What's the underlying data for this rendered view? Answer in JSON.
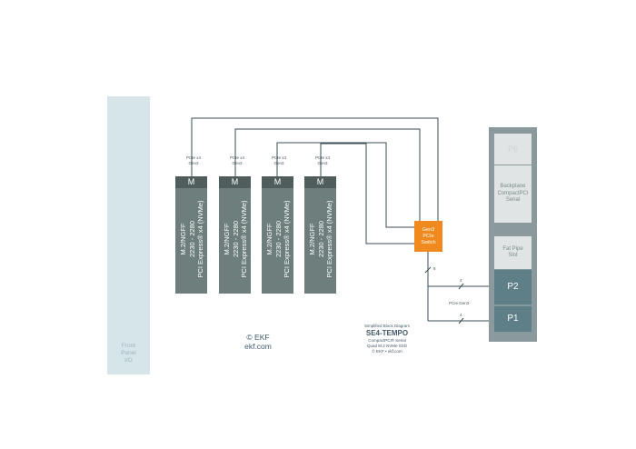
{
  "front_panel": {
    "label": "Front\nPanel\nI/O"
  },
  "m2_modules": [
    {
      "header": "M",
      "line1": "M.2/NGFF",
      "line2": "2230 - 2280",
      "line3": "PCI Express® x4 (NVMe)",
      "pcie_line1": "PCIe x4",
      "pcie_line2": "Gen3"
    },
    {
      "header": "M",
      "line1": "M.2/NGFF",
      "line2": "2230 - 2280",
      "line3": "PCI Express® x4 (NVMe)",
      "pcie_line1": "PCIe x4",
      "pcie_line2": "Gen3"
    },
    {
      "header": "M",
      "line1": "M.2/NGFF",
      "line2": "2230 - 2280",
      "line3": "PCI Express® x4 (NVMe)",
      "pcie_line1": "PCIe x4",
      "pcie_line2": "Gen3"
    },
    {
      "header": "M",
      "line1": "M.2/NGFF",
      "line2": "2230 - 2280",
      "line3": "PCI Express® x4 (NVMe)",
      "pcie_line1": "PCIe x4",
      "pcie_line2": "Gen3"
    }
  ],
  "switch": {
    "line1": "Gen3",
    "line2": "PCIe",
    "line3": "Switch"
  },
  "switch_link": {
    "lanes": "8"
  },
  "backplane_links": {
    "p2_lanes": "4",
    "p1_lanes": "4",
    "label": "PCIe Gen3"
  },
  "backplane": {
    "p6": "P6",
    "backplane_line1": "Backplane",
    "backplane_line2": "CompactPCI",
    "backplane_line3": "Serial",
    "fatpipe_line1": "Fat Pipe",
    "fatpipe_line2": "Slot",
    "p2": "P2",
    "p1": "P1"
  },
  "copyright": {
    "line1": "© EKF",
    "line2": "ekf.com"
  },
  "caption": {
    "title": "Simplified Block Diagram",
    "product": "SE4-TEMPO",
    "line1": "CompactPCI® Serial",
    "line2": "Quad M.2 NVMe SSD",
    "line3": "© EKF • ekf.com"
  },
  "colors": {
    "module": "#6d7e7d",
    "module_header": "#4f5e5d",
    "switch": "#f08a1e",
    "front_panel": "#d5e5ea",
    "rack": "#8a9a9c",
    "connector": "#5f7f88",
    "wire": "#3b4c55"
  }
}
